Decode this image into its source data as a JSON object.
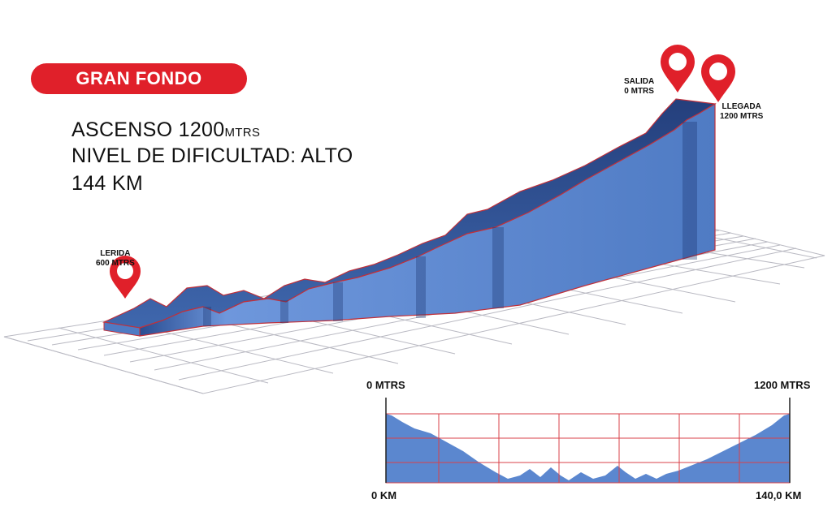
{
  "header": {
    "badge": "GRAN FONDO"
  },
  "stats": {
    "ascent_label": "ASCENSO",
    "ascent_value": "1200",
    "ascent_unit": "MTRS",
    "difficulty": "NIVEL DE DIFICULTAD:  ALTO",
    "distance": "144 KM"
  },
  "pins": {
    "start_name": "LERIDA",
    "start_alt": "600 MTRS",
    "salida_name": "SALIDA",
    "salida_alt": "0 MTRS",
    "llegada_name": "LLEGADA",
    "llegada_alt": "1200 MTRS"
  },
  "mini_profile": {
    "top_left": "0 MTRS",
    "top_right": "1200 MTRS",
    "bottom_left": "0 KM",
    "bottom_right": "140,0 KM"
  },
  "colors": {
    "accent": "#e0202a",
    "profile_blue": "#5b87cf",
    "profile_dark": "#1f3d7a",
    "grid": "#b9b9c2"
  }
}
